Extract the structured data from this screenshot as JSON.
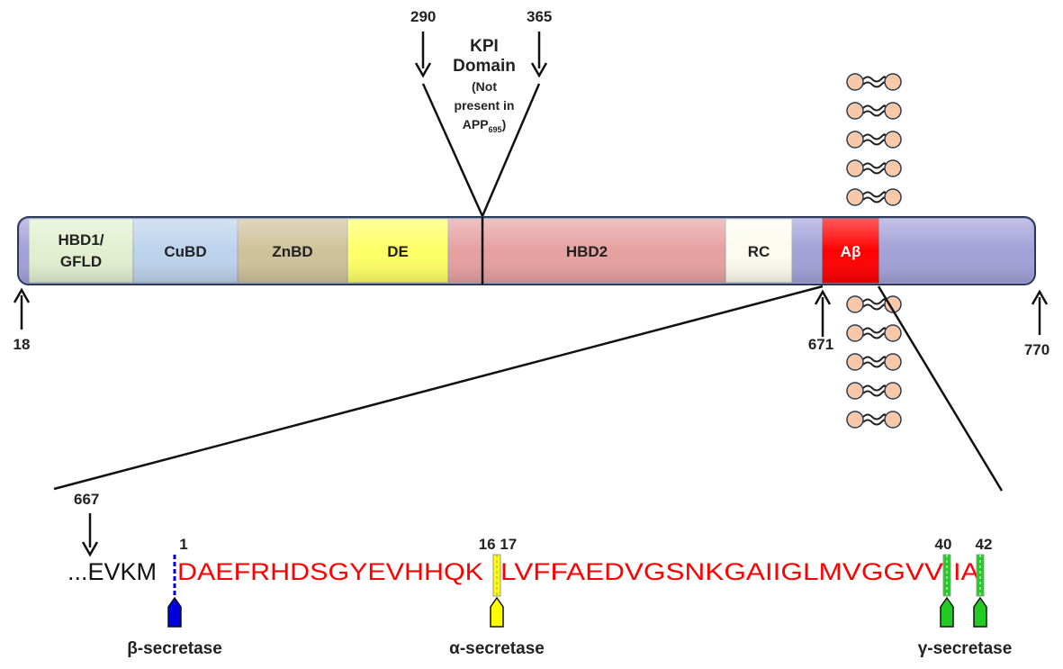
{
  "positions": {
    "start": "18",
    "kpi_start": "290",
    "kpi_end": "365",
    "abeta_start": "671",
    "end": "770",
    "seq_start": "667"
  },
  "kpi": {
    "title_line1": "KPI",
    "title_line2": "Domain",
    "note_line1": "(Not",
    "note_line2": "present in",
    "note_line3_main": "APP",
    "note_line3_sub": "695",
    "note_line3_close": ")"
  },
  "domains": {
    "hbd1_line1": "HBD1/",
    "hbd1_line2": "GFLD",
    "cubd": "CuBD",
    "znbd": "ZnBD",
    "de": "DE",
    "hbd2": "HBD2",
    "rc": "RC",
    "abeta": "Aβ"
  },
  "colors": {
    "membrane_tm": "#a3a0d8",
    "hbd1": "#e2efcf",
    "cubd": "#bcd3ec",
    "znbd": "#cfc29a",
    "de": "#ffff66",
    "hbd2": "#e6a0a0",
    "rc": "#fdfbef",
    "abeta": "#ff0000",
    "lipid": "#f8c9a8",
    "beta_secretase": "#0000dd",
    "alpha_secretase": "#ffff00",
    "gamma_secretase": "#22cc22"
  },
  "sequence": {
    "prefix": "...EVKM",
    "abeta_part1": "DAEFRHDSGYEVHHQK",
    "abeta_part2": "LVFFAEDVGSNKGAIIGLMVGGVV",
    "abeta_part3": "IA",
    "res1": "1",
    "res16_17": "16 17",
    "res40": "40",
    "res42": "42"
  },
  "secretases": {
    "beta": "β-secretase",
    "alpha": "α-secretase",
    "gamma": "γ-secretase"
  }
}
